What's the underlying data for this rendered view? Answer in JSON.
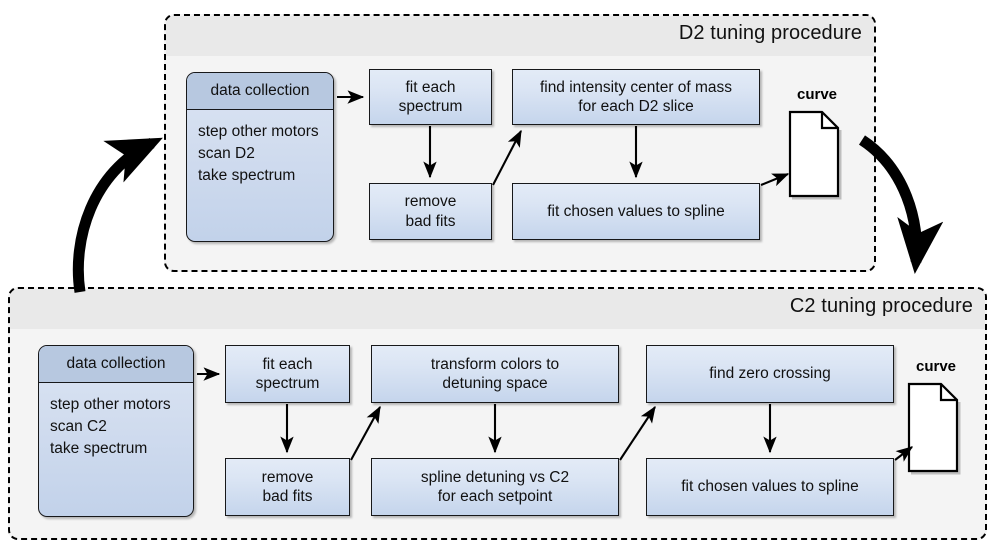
{
  "diagram": {
    "title": "D2 and C2 tuning procedures flowchart",
    "colors": {
      "node_fill_top": "#e3ebf7",
      "node_fill_bottom": "#c5d5ec",
      "node_border": "#17181a",
      "header_fill": "#b7c8e0",
      "container_bg": "#f4f4f4",
      "container_titlebar": "#e9e9e9",
      "arrow": "#000000"
    }
  },
  "procedures": [
    {
      "id": "d2",
      "title": "D2 tuning procedure",
      "data_collection": {
        "header": "data collection",
        "steps": [
          "step other motors",
          "scan D2",
          "take spectrum"
        ]
      },
      "nodes": [
        {
          "id": "fit-each-spectrum",
          "lines": [
            "fit each",
            "spectrum"
          ]
        },
        {
          "id": "remove-bad-fits",
          "lines": [
            "remove",
            "bad fits"
          ]
        },
        {
          "id": "find-intensity-com",
          "lines": [
            "find intensity center of mass",
            "for each D2 slice"
          ]
        },
        {
          "id": "fit-chosen-spline",
          "lines": [
            "fit chosen values to spline"
          ]
        }
      ],
      "output": {
        "label": "curve",
        "icon": "document-icon"
      }
    },
    {
      "id": "c2",
      "title": "C2 tuning procedure",
      "data_collection": {
        "header": "data collection",
        "steps": [
          "step other motors",
          "scan C2",
          "take spectrum"
        ]
      },
      "nodes": [
        {
          "id": "fit-each-spectrum",
          "lines": [
            "fit each",
            "spectrum"
          ]
        },
        {
          "id": "remove-bad-fits",
          "lines": [
            "remove",
            "bad fits"
          ]
        },
        {
          "id": "transform-colors",
          "lines": [
            "transform colors to",
            "detuning space"
          ]
        },
        {
          "id": "spline-detuning-vs-c2",
          "lines": [
            "spline detuning vs C2",
            "for each setpoint"
          ]
        },
        {
          "id": "find-zero-crossing",
          "lines": [
            "find zero crossing"
          ]
        },
        {
          "id": "fit-chosen-spline",
          "lines": [
            "fit chosen values to spline"
          ]
        }
      ],
      "output": {
        "label": "curve",
        "icon": "document-icon"
      }
    }
  ]
}
